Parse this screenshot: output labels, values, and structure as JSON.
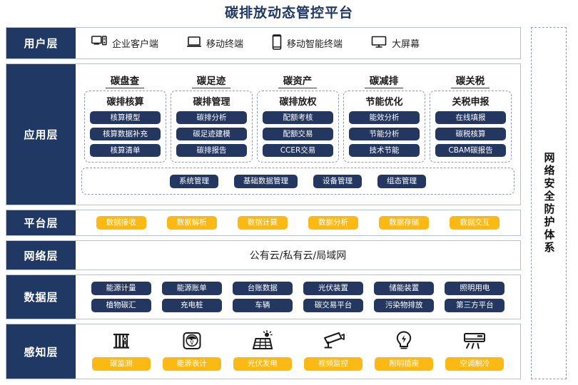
{
  "title": "碳排放动态管控平台",
  "colors": {
    "navy": "#1F3864",
    "pill_navy": "#233761",
    "yellow": "#FDB913",
    "border": "#b9c2d4",
    "dashed": "#8d9ab4"
  },
  "security_column": {
    "label": "网络安全防护体系"
  },
  "layers": {
    "user": {
      "label": "用户层",
      "items": [
        {
          "icon": "desktop-tower-icon",
          "label": "企业客户端"
        },
        {
          "icon": "laptop-icon",
          "label": "移动终端"
        },
        {
          "icon": "smartphone-icon",
          "label": "移动智能终端"
        },
        {
          "icon": "monitor-icon",
          "label": "大屏幕"
        }
      ]
    },
    "application": {
      "label": "应用层",
      "groups": [
        {
          "title": "碳盘查",
          "subtitle": "碳排核算",
          "items": [
            "核算模型",
            "核算数据补充",
            "核算清单"
          ]
        },
        {
          "title": "碳足迹",
          "subtitle": "碳排管理",
          "items": [
            "碳排分析",
            "碳足迹建模",
            "碳排报告"
          ]
        },
        {
          "title": "碳资产",
          "subtitle": "碳排放权",
          "items": [
            "配额考核",
            "配额交易",
            "CCER交易"
          ]
        },
        {
          "title": "碳减排",
          "subtitle": "节能优化",
          "items": [
            "能效分析",
            "节能分析",
            "技术节能"
          ]
        },
        {
          "title": "碳关税",
          "subtitle": "关税申报",
          "items": [
            "在线填报",
            "碳税核算",
            "CBAM碳报告"
          ]
        }
      ],
      "common": [
        "系统管理",
        "基础数据管理",
        "设备管理",
        "组态管理"
      ]
    },
    "platform": {
      "label": "平台层",
      "items": [
        "数据接收",
        "数据解析",
        "数据计算",
        "数据分析",
        "数据存储",
        "数据交互"
      ]
    },
    "network": {
      "label": "网络层",
      "text": "公有云/私有云/局域网"
    },
    "data": {
      "label": "数据层",
      "row1": [
        "能源计量",
        "能源账单",
        "台账数据",
        "光伏装置",
        "储能装置",
        "照明用电"
      ],
      "row2": [
        "植物碳汇",
        "充电桩",
        "车辆",
        "碳交易平台",
        "污染物排放",
        "第三方平台"
      ]
    },
    "sensing": {
      "label": "感知层",
      "items": [
        {
          "icon": "carbon-sensor-icon",
          "label": "碳监测"
        },
        {
          "icon": "energy-meter-icon",
          "label": "能源表计"
        },
        {
          "icon": "solar-panel-icon",
          "label": "光伏发电"
        },
        {
          "icon": "cctv-camera-icon",
          "label": "视频监控"
        },
        {
          "icon": "lightbulb-icon",
          "label": "照明插座"
        },
        {
          "icon": "air-conditioner-icon",
          "label": "空调制冷"
        }
      ]
    }
  }
}
